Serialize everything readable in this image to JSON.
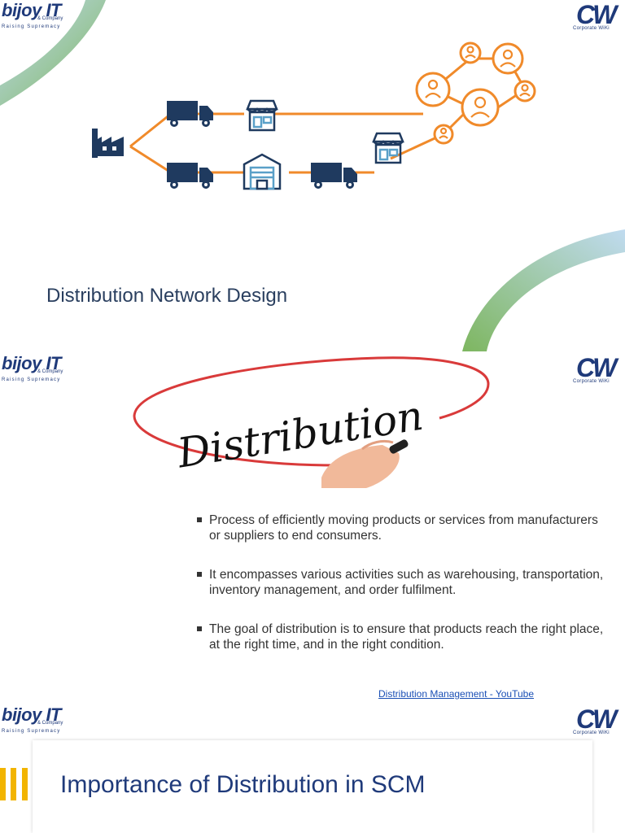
{
  "brand": {
    "left_logo": "bijoy IT",
    "left_amp": "& Company",
    "left_tagline": "Raising Supremacy",
    "right_logo": "CW",
    "right_tagline": "Corporate WiKi"
  },
  "slide1": {
    "title": "Distribution Network Design",
    "icons": [
      "factory-icon",
      "truck-icon",
      "store-icon",
      "truck-icon",
      "warehouse-icon",
      "truck-icon",
      "store-icon",
      "customer-network-icon"
    ],
    "colors": {
      "icon": "#1f3a5f",
      "line": "#f08a2a",
      "accent": "#8fc26a"
    }
  },
  "slide2": {
    "image_text": "Distribution",
    "bullets": [
      "Process of efficiently moving products or services from manufacturers or suppliers to end consumers.",
      "It encompasses various activities such as warehousing, transportation, inventory management, and order fulfilment.",
      "The goal of distribution is to ensure that products reach the right place, at the right time, and in the right condition."
    ],
    "link": "Distribution Management - YouTube"
  },
  "slide3": {
    "title": "Importance of Distribution in SCM",
    "colors": {
      "accent": "#f2b400"
    }
  }
}
